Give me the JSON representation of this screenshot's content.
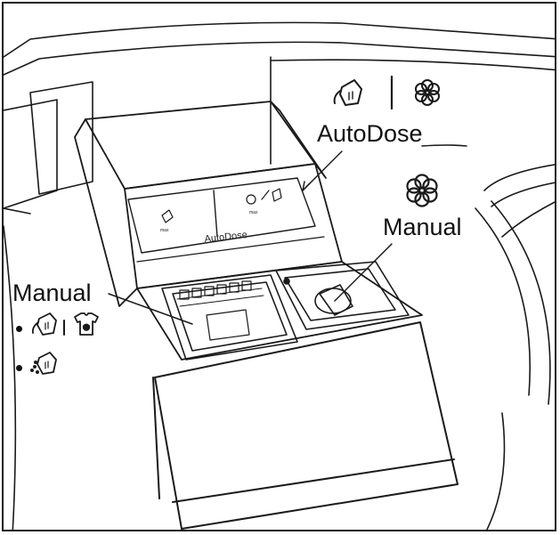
{
  "labels": {
    "autodose_top": "AutoDose",
    "manual_right": "Manual",
    "manual_left": "Manual",
    "tray_lid_text": "AutoDose"
  },
  "icons": {
    "top_left": "detergent-pour-icon",
    "top_right": "fabric-softener-flower-icon",
    "right": "fabric-softener-flower-icon",
    "bullet_1_a": "detergent-pour-icon",
    "bullet_1_b": "shirt-stain-icon",
    "bullet_2": "powder-detergent-icon"
  },
  "colors": {
    "line": "#1a1a1a",
    "background": "#ffffff"
  }
}
